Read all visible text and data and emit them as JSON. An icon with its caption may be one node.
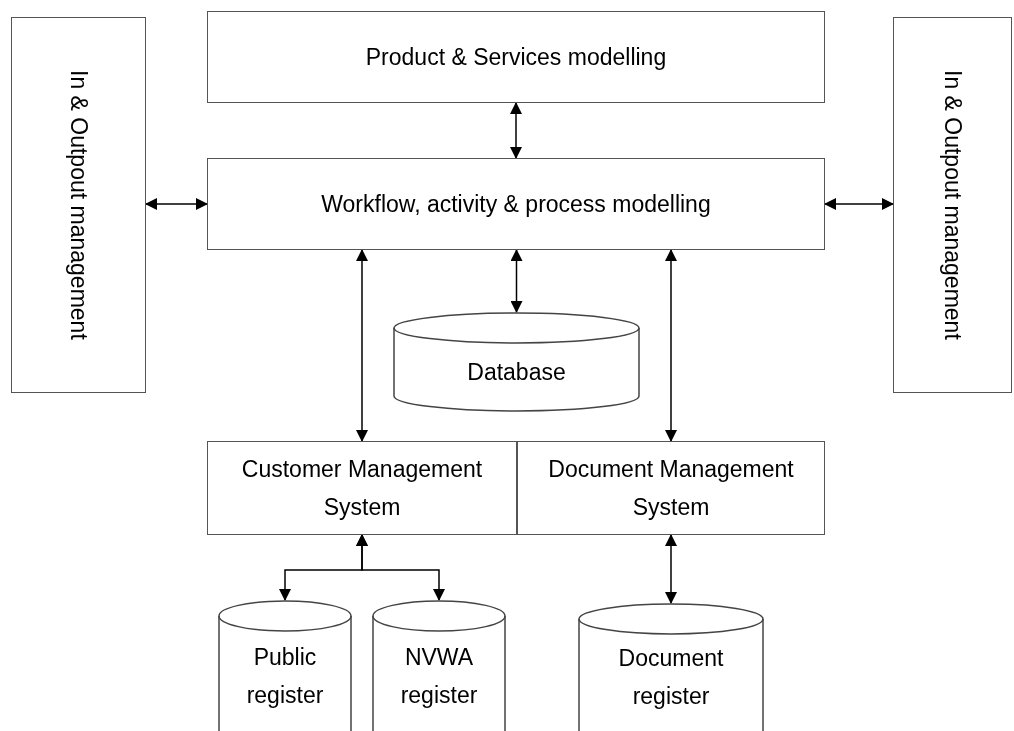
{
  "diagram": {
    "nodes": [
      {
        "text": [
          "In & Outpout management"
        ]
      },
      {
        "text": [
          "Product & Services modelling"
        ]
      },
      {
        "text": [
          "Workflow, activity & process modelling"
        ]
      },
      {
        "text": [
          "In & Outpout management"
        ]
      },
      {
        "text": [
          "Database"
        ]
      },
      {
        "text": [
          "Customer Management System"
        ]
      },
      {
        "text": [
          "Document Management System"
        ]
      },
      {
        "text": [
          "Public register"
        ]
      },
      {
        "text": [
          "NVWA register"
        ]
      },
      {
        "text": [
          "Document register"
        ]
      }
    ],
    "edges": [
      {
        "from": 1,
        "to": 2,
        "arrow": "both"
      },
      {
        "from": 0,
        "to": 2,
        "arrow": "both"
      },
      {
        "from": 2,
        "to": 3,
        "arrow": "both"
      },
      {
        "from": 2,
        "to": 4,
        "arrow": "both"
      },
      {
        "from": 2,
        "to": 5,
        "arrow": "both"
      },
      {
        "from": 2,
        "to": 6,
        "arrow": "both"
      },
      {
        "from": 5,
        "to": 7,
        "arrow": "both"
      },
      {
        "from": 5,
        "to": 8,
        "arrow": "both"
      },
      {
        "from": 6,
        "to": 9,
        "arrow": "both"
      }
    ]
  }
}
